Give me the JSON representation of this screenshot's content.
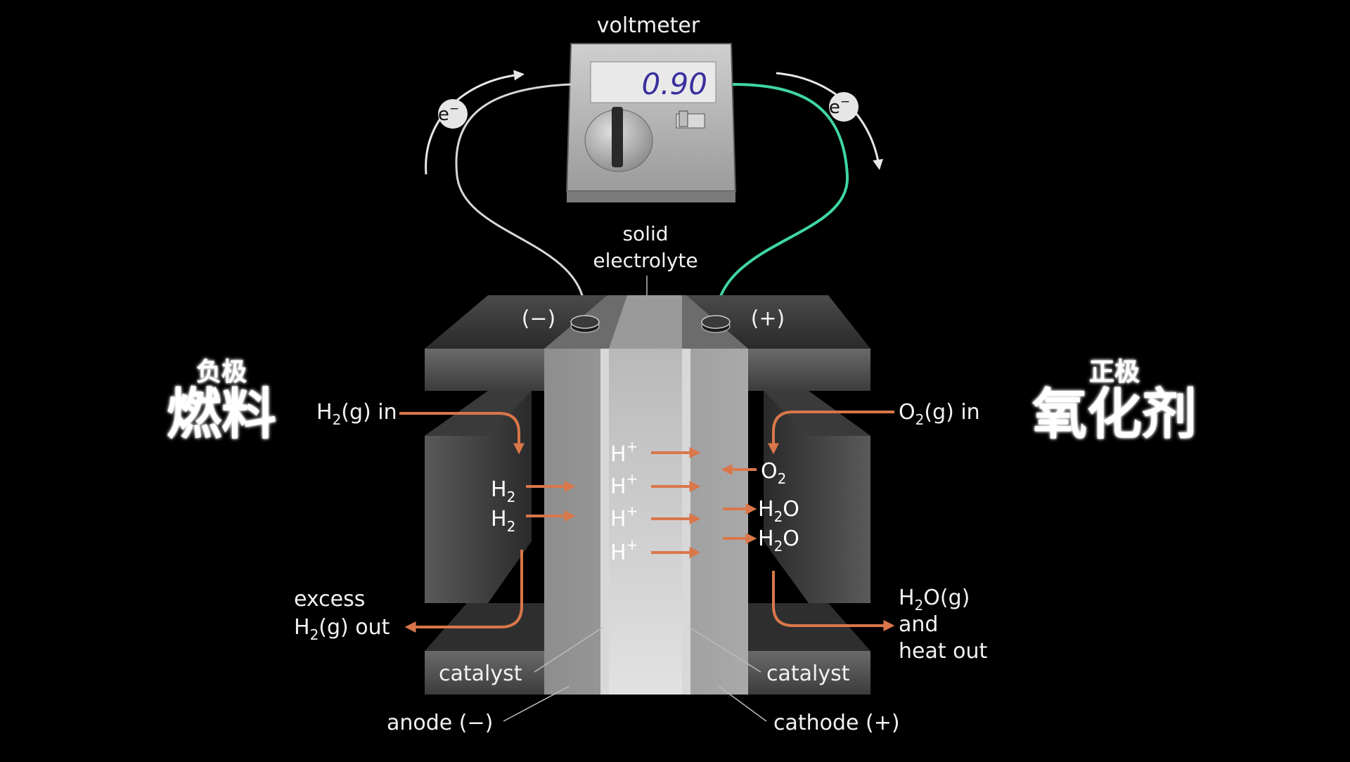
{
  "voltmeter": {
    "title": "voltmeter",
    "reading": "0.90"
  },
  "electron": {
    "label": "e",
    "charge": "−"
  },
  "terminals": {
    "negative": "(−)",
    "positive": "(+)"
  },
  "electrolyte": {
    "line1": "solid",
    "line2": "electrolyte"
  },
  "left_cn": {
    "small": "负极",
    "large": "燃料"
  },
  "right_cn": {
    "small": "正极",
    "large": "氧化剂"
  },
  "inputs": {
    "h2_in": {
      "species": "H",
      "sub": "2",
      "rest": "(g) in"
    },
    "o2_in": {
      "species": "O",
      "sub": "2",
      "rest": "(g) in"
    }
  },
  "outputs": {
    "h2_out": {
      "line1": "excess",
      "species": "H",
      "sub": "2",
      "rest": "(g) out"
    },
    "h2o_out": {
      "species": "H",
      "sub": "2",
      "rest": "O(g)",
      "line2": "and",
      "line3": "heat out"
    }
  },
  "species": {
    "h2": {
      "base": "H",
      "sub": "2"
    },
    "hplus": {
      "base": "H",
      "sup": "+"
    },
    "o2": {
      "base": "O",
      "sub": "2"
    },
    "h2o": {
      "base": "H",
      "sub": "2",
      "tail": "O"
    }
  },
  "labels": {
    "catalyst_left": "catalyst",
    "catalyst_right": "catalyst",
    "anode": "anode (−)",
    "cathode": "cathode (+)"
  },
  "colors": {
    "arrow": "#d9774a",
    "positive_wire": "#3fd6a4",
    "display_text": "#3a2f9e"
  }
}
